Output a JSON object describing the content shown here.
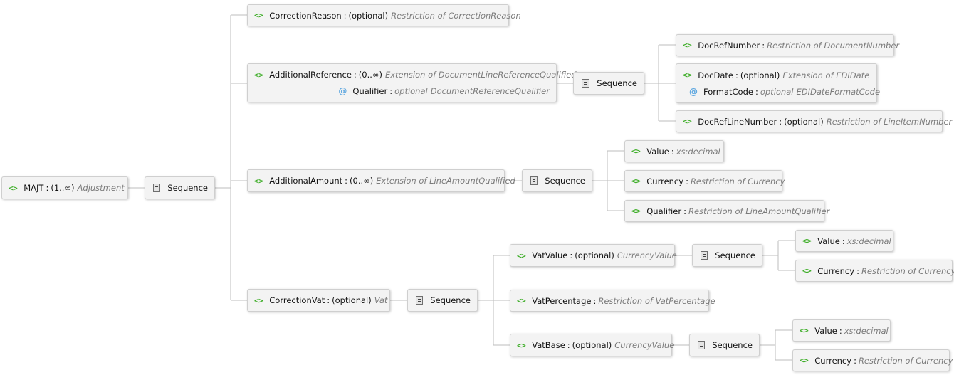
{
  "icons": {
    "element": "<>",
    "attribute": "@"
  },
  "colors": {
    "element_icon": "#3fae29",
    "attribute_icon": "#5fa8e0",
    "type_text": "#7b7b7b",
    "connector": "#bdbdbd",
    "node_bg": "#f3f3f3"
  },
  "root": {
    "name": "MAJT",
    "card": "(1..∞)",
    "type": "Adjustment"
  },
  "seq_label": "Sequence",
  "correction_reason": {
    "name": "CorrectionReason",
    "card": "(optional)",
    "type": "Restriction of CorrectionReason"
  },
  "additional_reference": {
    "name": "AdditionalReference",
    "card": "(0..∞)",
    "type": "Extension of DocumentLineReferenceQualified",
    "attr": {
      "name": "Qualifier",
      "card": "optional",
      "type": "DocumentReferenceQualifier"
    }
  },
  "doc_ref_number": {
    "name": "DocRefNumber",
    "type": "Restriction of DocumentNumber"
  },
  "doc_date": {
    "name": "DocDate",
    "card": "(optional)",
    "type": "Extension of EDIDate",
    "attr": {
      "name": "FormatCode",
      "card": "optional",
      "type": "EDIDateFormatCode"
    }
  },
  "doc_ref_line_number": {
    "name": "DocRefLineNumber",
    "card": "(optional)",
    "type": "Restriction of LineItemNumber"
  },
  "additional_amount": {
    "name": "AdditionalAmount",
    "card": "(0..∞)",
    "type": "Extension of LineAmountQualified"
  },
  "aa_value": {
    "name": "Value",
    "type": "xs:decimal"
  },
  "aa_currency": {
    "name": "Currency",
    "type": "Restriction of Currency"
  },
  "aa_qualifier": {
    "name": "Qualifier",
    "type": "Restriction of LineAmountQualifier"
  },
  "correction_vat": {
    "name": "CorrectionVat",
    "card": "(optional)",
    "type": "Vat"
  },
  "vat_value": {
    "name": "VatValue",
    "card": "(optional)",
    "type": "CurrencyValue"
  },
  "vv_value": {
    "name": "Value",
    "type": "xs:decimal"
  },
  "vv_currency": {
    "name": "Currency",
    "type": "Restriction of Currency"
  },
  "vat_percentage": {
    "name": "VatPercentage",
    "type": "Restriction of VatPercentage"
  },
  "vat_base": {
    "name": "VatBase",
    "card": "(optional)",
    "type": "CurrencyValue"
  },
  "vb_value": {
    "name": "Value",
    "type": "xs:decimal"
  },
  "vb_currency": {
    "name": "Currency",
    "type": "Restriction of Currency"
  }
}
